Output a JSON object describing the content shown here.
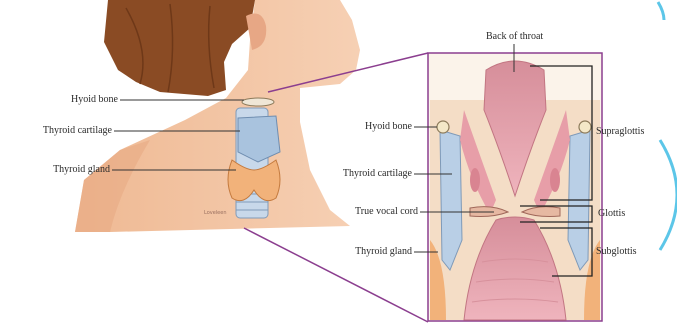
{
  "figure": {
    "left_labels": {
      "hyoid_bone": "Hyoid bone",
      "thyroid_cartilage": "Thyroid cartilage",
      "thyroid_gland": "Thyroid gland"
    },
    "detail_labels": {
      "back_of_throat": "Back of throat",
      "hyoid_bone": "Hyoid bone",
      "thyroid_cartilage": "Thyroid cartilage",
      "true_vocal_cord": "True vocal cord",
      "thyroid_gland": "Thyroid gland"
    },
    "region_labels": {
      "supraglottis": "Supraglottis",
      "glottis": "Glottis",
      "subglottis": "Subglottis"
    },
    "colors": {
      "skin": "#f3c6a4",
      "hair": "#8a4b24",
      "cartilage_blue": "#b9cfe6",
      "thyroid_orange": "#f2b27a",
      "mucosa_pink": "#e9a3ad",
      "frame_purple": "#8b3e8f"
    }
  }
}
